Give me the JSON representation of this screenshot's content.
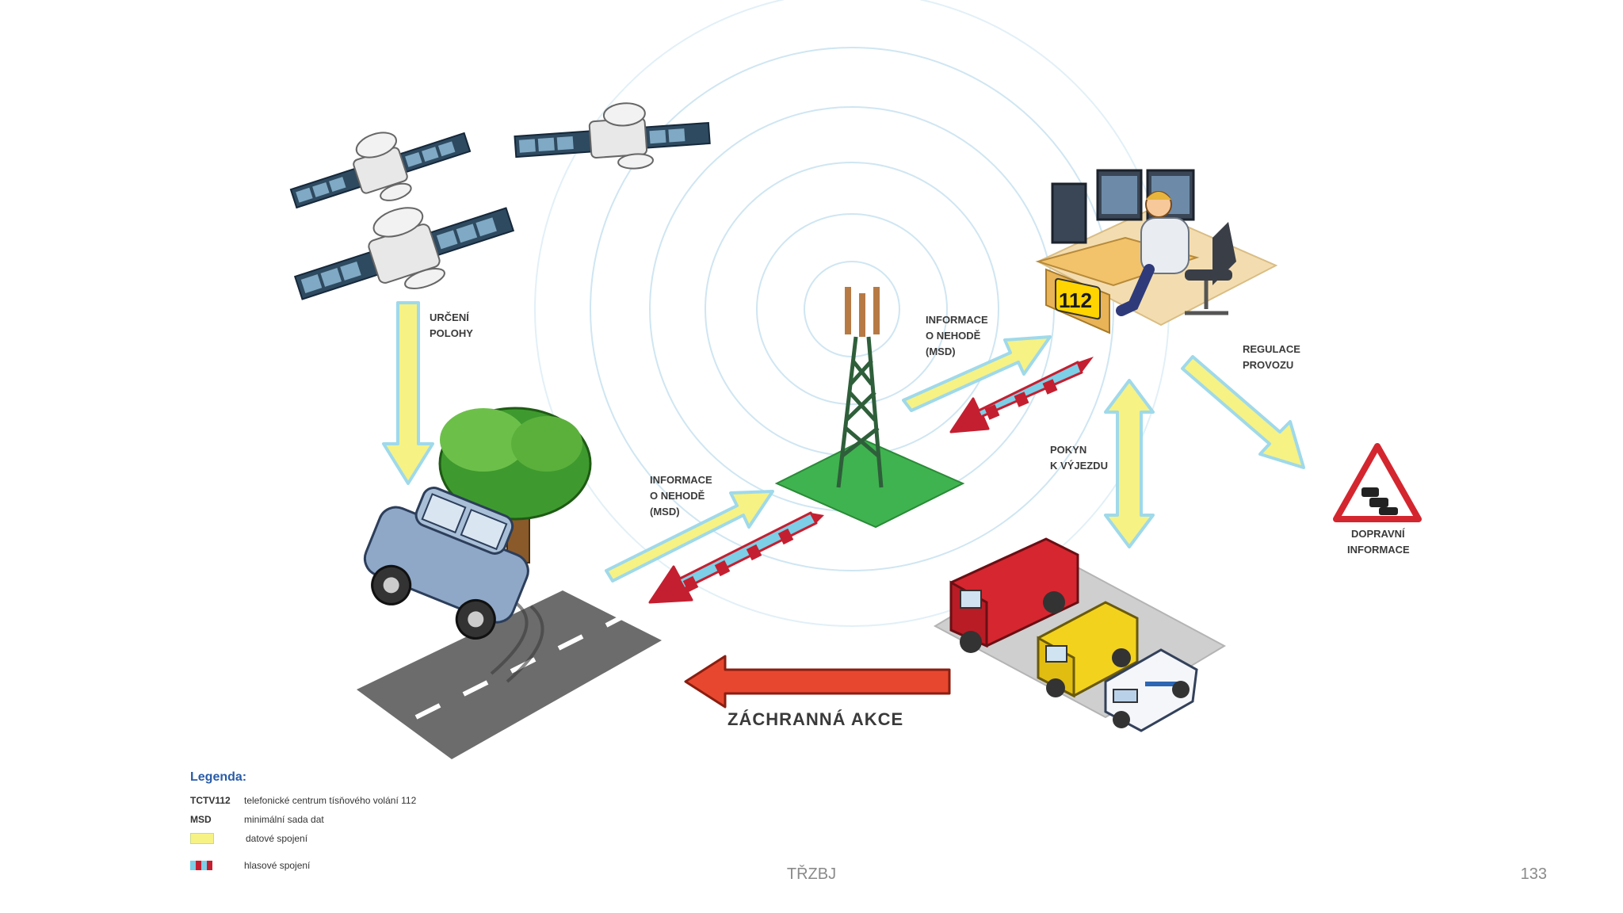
{
  "labels": {
    "position": [
      "URČENÍ",
      "POLOHY"
    ],
    "info_left": [
      "INFORMACE",
      "O NEHODĚ",
      "(MSD)"
    ],
    "info_right": [
      "INFORMACE",
      "O NEHODĚ",
      "(MSD)"
    ],
    "dispatch": [
      "POKYN",
      "K VÝJEZDU"
    ],
    "traffic_regulation": [
      "REGULACE",
      "PROVOZU"
    ],
    "traffic_info": [
      "DOPRAVNÍ",
      "INFORMACE"
    ],
    "rescue": "ZÁCHRANNÁ AKCE",
    "desk_number": "112"
  },
  "legend": {
    "title": "Legenda:",
    "items": [
      {
        "key": "TCTV112",
        "text": "telefonické centrum tísňového volání 112"
      },
      {
        "key": "MSD",
        "text": "minimální sada dat"
      },
      {
        "key": "",
        "text": "datové spojení",
        "swatch": "data"
      },
      {
        "key": "",
        "text": "hlasové spojení",
        "swatch": "voice"
      }
    ]
  },
  "footer": {
    "center": "TŘZBJ",
    "page": "133"
  },
  "colors": {
    "data_link": "#f6f284",
    "voice_red": "#c41f30",
    "voice_blue": "#7ccfe6",
    "rescue_arrow": "#e8472f",
    "legend_title": "#2a5ca8"
  }
}
